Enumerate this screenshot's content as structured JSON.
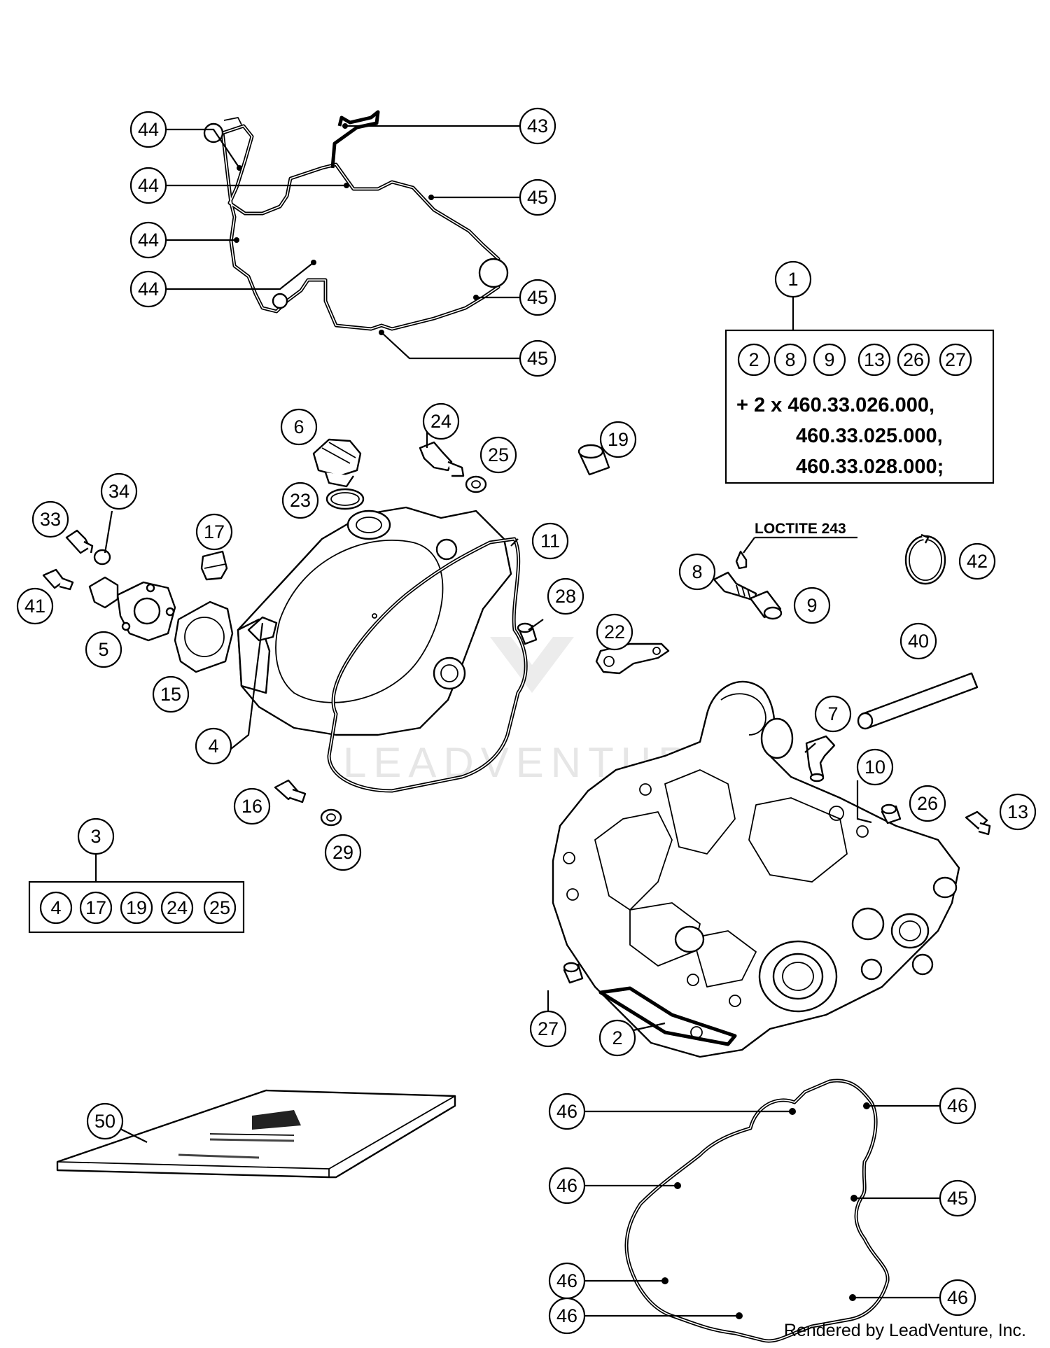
{
  "watermark": "LEADVENTURE",
  "credit": "Rendered by LeadVenture, Inc.",
  "loctite_label": "LOCTITE 243",
  "kit_1": {
    "number": "1",
    "contents": [
      "2",
      "8",
      "9",
      "13",
      "26",
      "27"
    ],
    "lines": [
      "+ 2 x 460.33.026.000,",
      "460.33.025.000,",
      "460.33.028.000;"
    ]
  },
  "kit_3": {
    "number": "3",
    "contents": [
      "4",
      "17",
      "19",
      "24",
      "25"
    ]
  },
  "callouts": {
    "c44a": "44",
    "c44b": "44",
    "c44c": "44",
    "c44d": "44",
    "c43": "43",
    "c45a": "45",
    "c45b": "45",
    "c45c": "45",
    "c6": "6",
    "c24": "24",
    "c25": "25",
    "c19": "19",
    "c23": "23",
    "c34": "34",
    "c33": "33",
    "c17": "17",
    "c11": "11",
    "c41": "41",
    "c5": "5",
    "c28": "28",
    "c22": "22",
    "c15": "15",
    "c4": "4",
    "c8": "8",
    "c9": "9",
    "c42": "42",
    "c40": "40",
    "c7": "7",
    "c10": "10",
    "c26": "26",
    "c13": "13",
    "c16": "16",
    "c29": "29",
    "c27": "27",
    "c2": "2",
    "c50": "50",
    "c46a": "46",
    "c46b": "46",
    "c46c": "46",
    "c46d": "46",
    "c46e": "46",
    "c46f": "46",
    "c45d": "45"
  }
}
